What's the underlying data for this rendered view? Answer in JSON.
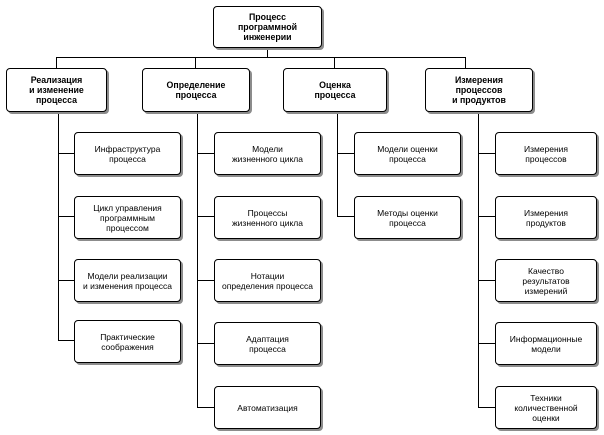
{
  "root": {
    "label": "Процесс\nпрограммной\nинженерии"
  },
  "columns": [
    {
      "label": "Реализация\nи изменение\nпроцесса",
      "children": [
        {
          "label": "Инфраструктура\nпроцесса"
        },
        {
          "label": "Цикл управления\nпрограммным\nпроцессом"
        },
        {
          "label": "Модели реализации\nи изменения процесса"
        },
        {
          "label": "Практические\nсоображения"
        }
      ]
    },
    {
      "label": "Определение\nпроцесса",
      "children": [
        {
          "label": "Модели\nжизненного цикла"
        },
        {
          "label": "Процессы\nжизненного цикла"
        },
        {
          "label": "Нотации\nопределения процесса"
        },
        {
          "label": "Адаптация\nпроцесса"
        },
        {
          "label": "Автоматизация"
        }
      ]
    },
    {
      "label": "Оценка\nпроцесса",
      "children": [
        {
          "label": "Модели оценки\nпроцесса"
        },
        {
          "label": "Методы оценки\nпроцесса"
        }
      ]
    },
    {
      "label": "Измерения\nпроцессов\nи продуктов",
      "children": [
        {
          "label": "Измерения\nпроцессов"
        },
        {
          "label": "Измерения\nпродуктов"
        },
        {
          "label": "Качество\nрезультатов\nизмерений"
        },
        {
          "label": "Информационные\nмодели"
        },
        {
          "label": "Техники\nколичественной\nоценки"
        }
      ]
    }
  ]
}
